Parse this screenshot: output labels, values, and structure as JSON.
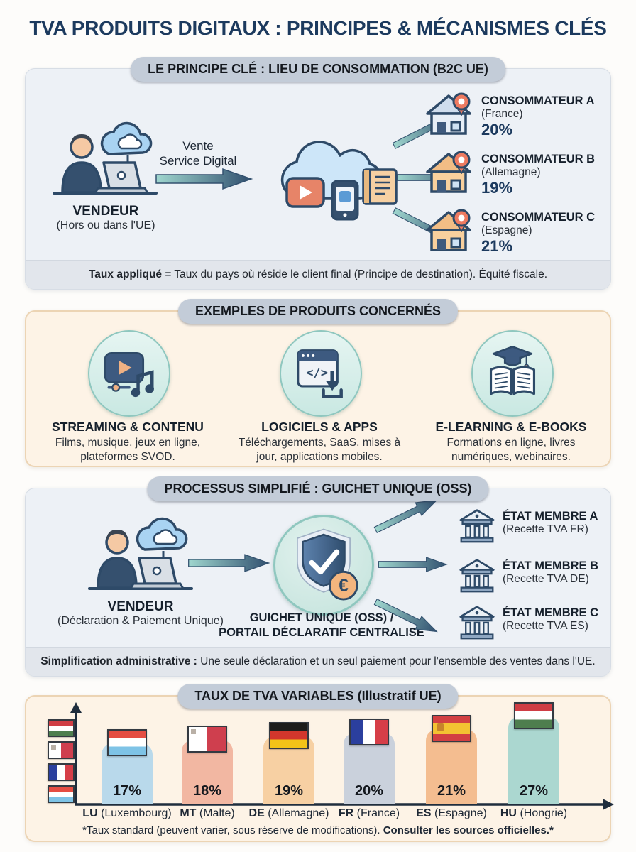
{
  "title": "TVA PRODUITS DIGITAUX : PRINCIPES & MÉCANISMES CLÉS",
  "colors": {
    "accent_navy": "#1c3a5e",
    "pill_bg": "#c3ccd8",
    "panel_blue": "#edf1f6",
    "panel_cream": "#fdf3e6",
    "teal_circle": "#cde8e2",
    "arrow_gradient": [
      "#9fd6ce",
      "#31506f"
    ],
    "salmon": "#e78468"
  },
  "s1": {
    "header": "LE PRINCIPE CLÉ : LIEU DE CONSOMMATION (B2C UE)",
    "vendor": {
      "label": "VENDEUR",
      "sub": "(Hors ou dans l'UE)",
      "icon": "vendor-laptop-cloud-icon"
    },
    "sale_line1": "Vente",
    "sale_line2": "Service Digital",
    "cloud_icon": "cloud-digital-services-icon",
    "consumers": [
      {
        "name": "CONSOMMATEUR A",
        "country": "(France)",
        "rate": "20%",
        "icon": "house-location-pin-icon"
      },
      {
        "name": "CONSOMMATEUR B",
        "country": "(Allemagne)",
        "rate": "19%",
        "icon": "house-location-pin-icon"
      },
      {
        "name": "CONSOMMATEUR C",
        "country": "(Espagne)",
        "rate": "21%",
        "icon": "house-location-pin-icon"
      }
    ],
    "footer_bold": "Taux appliqué",
    "footer_rest": " = Taux du pays où réside le client final (Principe de destination). Équité fiscale."
  },
  "s2": {
    "header": "EXEMPLES DE PRODUITS CONCERNÉS",
    "products": [
      {
        "title": "STREAMING & CONTENU",
        "desc": "Films, musique, jeux en ligne, plateformes SVOD.",
        "icon": "video-player-music-icon"
      },
      {
        "title": "LOGICIELS & APPS",
        "desc": "Téléchargements, SaaS, mises à jour, applications mobiles.",
        "icon": "code-window-download-icon"
      },
      {
        "title": "E-LEARNING & E-BOOKS",
        "desc": "Formations en ligne, livres numériques, webinaires.",
        "icon": "open-book-graduation-cap-icon"
      }
    ]
  },
  "s3": {
    "header": "PROCESSUS SIMPLIFIÉ : GUICHET UNIQUE (OSS)",
    "vendor": {
      "label": "VENDEUR",
      "sub": "(Déclaration & Paiement Unique)",
      "icon": "vendor-laptop-cloud-icon"
    },
    "oss_line1": "GUICHET UNIQUE (OSS) /",
    "oss_line2": "PORTAIL DÉCLARATIF CENTRALISÉ",
    "oss_icon": "shield-check-euro-icon",
    "states": [
      {
        "name": "ÉTAT MEMBRE A",
        "detail": "(Recette TVA FR)",
        "icon": "government-bank-icon"
      },
      {
        "name": "ÉTAT MEMBRE B",
        "detail": "(Recette TVA DE)",
        "icon": "government-bank-icon"
      },
      {
        "name": "ÉTAT MEMBRE C",
        "detail": "(Recette TVA ES)",
        "icon": "government-bank-icon"
      }
    ],
    "footer_bold": "Simplification administrative :",
    "footer_rest": " Une seule déclaration et un seul paiement pour l'ensemble des ventes dans l'UE."
  },
  "s4": {
    "header": "TAUX DE TVA VARIABLES (Illustratif UE)",
    "bars": [
      {
        "code": "LU",
        "country": "(Luxembourg)",
        "rate": "17%",
        "flag": "luxembourg-flag",
        "color": "#b9d9eb"
      },
      {
        "code": "MT",
        "country": "(Malte)",
        "rate": "18%",
        "flag": "malta-flag",
        "color": "#f2b7a2"
      },
      {
        "code": "DE",
        "country": "(Allemagne)",
        "rate": "19%",
        "flag": "germany-flag",
        "color": "#f7d0a3"
      },
      {
        "code": "FR",
        "country": "(France)",
        "rate": "20%",
        "flag": "france-flag",
        "color": "#cad1dc"
      },
      {
        "code": "ES",
        "country": "(Espagne)",
        "rate": "21%",
        "flag": "spain-flag",
        "color": "#f4bd90"
      },
      {
        "code": "HU",
        "country": "(Hongrie)",
        "rate": "27%",
        "flag": "hungary-flag",
        "color": "#abd7d0"
      }
    ],
    "side_flags": [
      "hungary-flag",
      "malta-flag",
      "france-flag",
      "luxembourg-flag"
    ],
    "footnote_normal": "*Taux standard (peuvent varier, sous réserve de modifications). ",
    "footnote_bold": "Consulter les sources officielles.*"
  },
  "chart_data": {
    "type": "bar",
    "title": "TAUX DE TVA VARIABLES (Illustratif UE)",
    "categories": [
      "LU (Luxembourg)",
      "MT (Malte)",
      "DE (Allemagne)",
      "FR (France)",
      "ES (Espagne)",
      "HU (Hongrie)"
    ],
    "values": [
      17,
      18,
      19,
      20,
      21,
      27
    ],
    "value_labels": [
      "17%",
      "18%",
      "19%",
      "20%",
      "21%",
      "27%"
    ],
    "xlabel": "",
    "ylabel": "",
    "ylim": [
      0,
      30
    ],
    "grid": false,
    "legend": "none",
    "annotations": "*Taux standard (peuvent varier, sous réserve de modifications). Consulter les sources officielles.*"
  }
}
